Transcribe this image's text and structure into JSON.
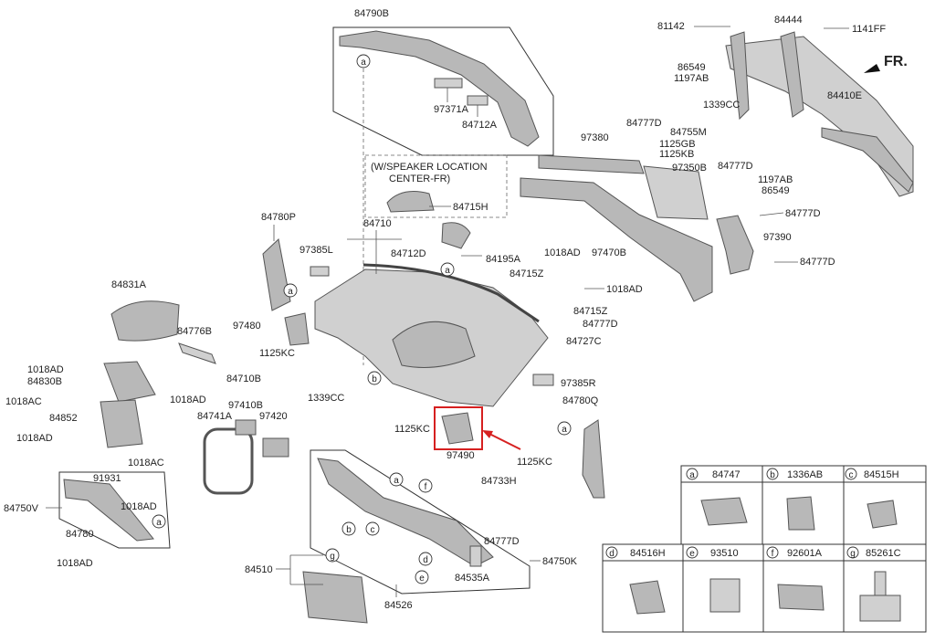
{
  "labels": {
    "84790B": "84790B",
    "97371A": "97371A",
    "84712A": "84712A",
    "81142": "81142",
    "84444": "84444",
    "1141FF": "1141FF",
    "86549_a": "86549",
    "1197AB_a": "1197AB",
    "FR": "FR.",
    "1339CC_a": "1339CC",
    "84410E": "84410E",
    "84777D_1": "84777D",
    "84755M": "84755M",
    "1125GB": "1125GB",
    "1125KB": "1125KB",
    "97380": "97380",
    "97350B": "97350B",
    "84777D_2": "84777D",
    "1197AB_b": "1197AB",
    "86549_b": "86549",
    "84777D_3": "84777D",
    "speaker_1": "(W/SPEAKER LOCATION",
    "speaker_2": "CENTER-FR)",
    "84715H": "84715H",
    "84780P": "84780P",
    "84710": "84710",
    "97385L": "97385L",
    "84712D": "84712D",
    "84195A": "84195A",
    "97470B": "97470B",
    "97390": "97390",
    "84777D_4": "84777D",
    "1018AD_1": "1018AD",
    "84715Z_1": "84715Z",
    "1018AD_2": "1018AD",
    "84831A": "84831A",
    "84715Z_2": "84715Z",
    "84777D_5": "84777D",
    "84776B": "84776B",
    "97480": "97480",
    "84727C": "84727C",
    "1125KC_1": "1125KC",
    "1018AD_3": "1018AD",
    "84830B": "84830B",
    "84710B": "84710B",
    "97385R": "97385R",
    "1018AD_4": "1018AD",
    "1339CC_b": "1339CC",
    "84780Q": "84780Q",
    "1018AC_1": "1018AC",
    "97410B": "97410B",
    "84852": "84852",
    "84741A": "84741A",
    "97420": "97420",
    "1125KC_2": "1125KC",
    "97490": "97490",
    "1125KC_3": "1125KC",
    "1018AD_5": "1018AD",
    "1018AC_2": "1018AC",
    "91931": "91931",
    "84733H": "84733H",
    "1018AD_6": "1018AD",
    "84750V": "84750V",
    "84780": "84780",
    "84777D_6": "84777D",
    "1018AD_7": "1018AD",
    "84510": "84510",
    "84535A": "84535A",
    "84750K": "84750K",
    "84526": "84526"
  },
  "callouts": [
    "a",
    "b",
    "c",
    "d",
    "e",
    "f",
    "g"
  ],
  "legend": {
    "cells": [
      {
        "letter": "a",
        "part": "84747"
      },
      {
        "letter": "b",
        "part": "1336AB"
      },
      {
        "letter": "c",
        "part": "84515H"
      },
      {
        "letter": "d",
        "part": "84516H"
      },
      {
        "letter": "e",
        "part": "93510"
      },
      {
        "letter": "f",
        "part": "92601A"
      },
      {
        "letter": "g",
        "part": "85261C"
      }
    ]
  },
  "colors": {
    "highlight": "#d62020",
    "part_fill": "#b8b8b8",
    "line": "#333333"
  }
}
